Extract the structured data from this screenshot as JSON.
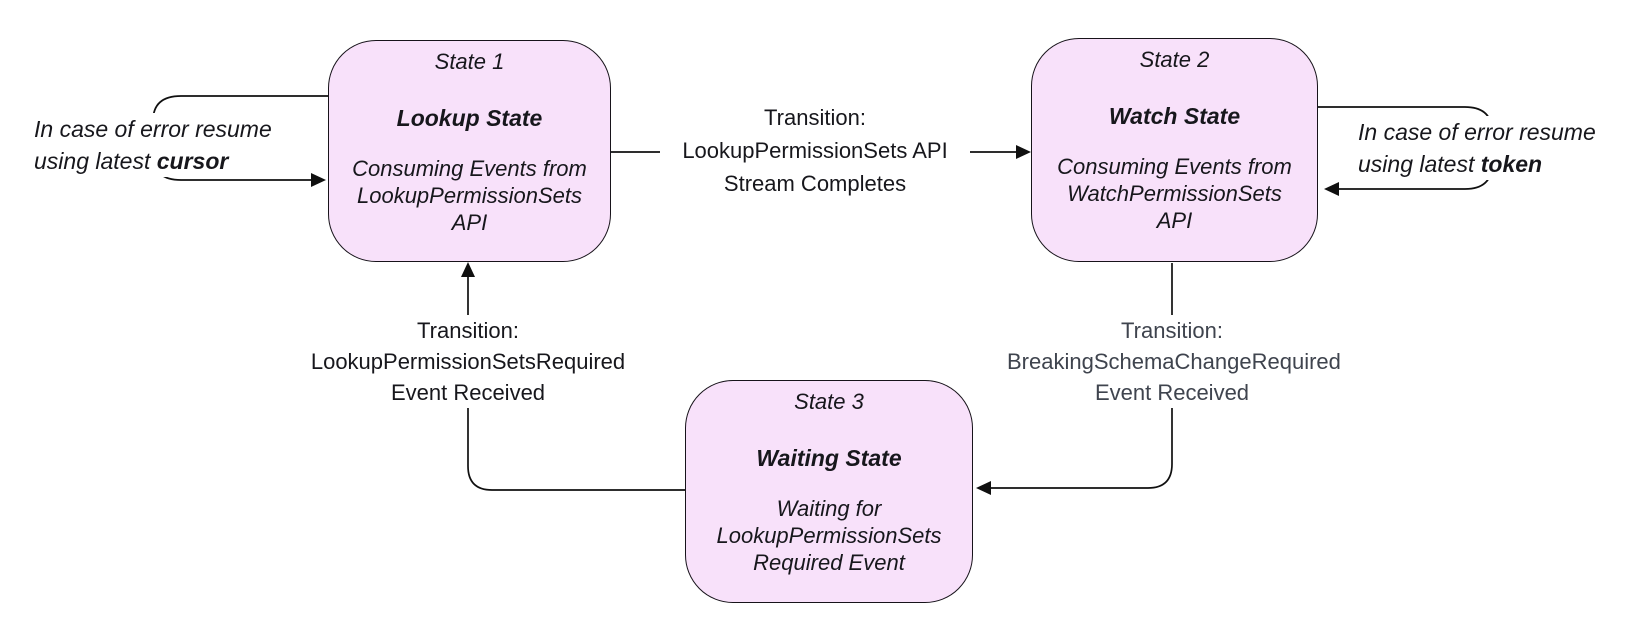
{
  "diagram": {
    "states": [
      {
        "title": "State 1",
        "name": "Lookup State",
        "body_lines": [
          "Consuming Events from",
          "LookupPermissionSets",
          "API"
        ]
      },
      {
        "title": "State 2",
        "name": "Watch State",
        "body_lines": [
          "Consuming Events from",
          "WatchPermissionSets",
          "API"
        ]
      },
      {
        "title": "State 3",
        "name": "Waiting State",
        "body_lines": [
          "Waiting for",
          "LookupPermissionSets",
          "Required Event"
        ]
      }
    ],
    "transitions": {
      "lookup_to_watch": {
        "lines": [
          "Transition:",
          "LookupPermissionSets API",
          "Stream Completes"
        ]
      },
      "waiting_to_lookup": {
        "lines": [
          "Transition:",
          "LookupPermissionSetsRequired",
          "Event Received"
        ]
      },
      "watch_to_waiting": {
        "lines": [
          "Transition:",
          "BreakingSchemaChangeRequired",
          "Event Received"
        ]
      }
    },
    "annotations": {
      "cursor_note": {
        "line1": "In case of error resume",
        "line2_prefix": "using latest ",
        "bold_word": "cursor"
      },
      "token_note": {
        "line1": "In case of error resume",
        "line2_prefix": "using latest ",
        "bold_word": "token"
      }
    },
    "colors": {
      "state_fill": "#F8E1FA",
      "state_border": "#17131A",
      "line": "#101010",
      "label_text": "#17171C",
      "muted_label_text": "#3F444E",
      "background": "#FFFFFF"
    }
  }
}
